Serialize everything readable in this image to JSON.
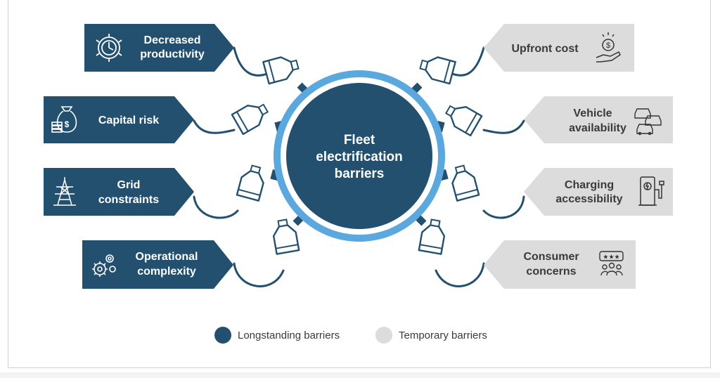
{
  "center": {
    "line1": "Fleet",
    "line2": "electrification",
    "line3": "barriers"
  },
  "left_items": [
    {
      "line1": "Decreased",
      "line2": "productivity",
      "icon": "clock-gear-icon"
    },
    {
      "line1": "Capital risk",
      "line2": "",
      "icon": "money-bag-icon"
    },
    {
      "line1": "Grid",
      "line2": "constraints",
      "icon": "power-tower-icon"
    },
    {
      "line1": "Operational",
      "line2": "complexity",
      "icon": "gears-icon"
    }
  ],
  "right_items": [
    {
      "line1": "Upfront cost",
      "line2": "",
      "icon": "hand-coin-icon"
    },
    {
      "line1": "Vehicle",
      "line2": "availability",
      "icon": "cars-icon"
    },
    {
      "line1": "Charging",
      "line2": "accessibility",
      "icon": "charging-station-icon"
    },
    {
      "line1": "Consumer",
      "line2": "concerns",
      "icon": "people-stars-icon"
    }
  ],
  "legend": {
    "longstanding": "Longstanding barriers",
    "temporary": "Temporary barriers"
  },
  "colors": {
    "dark": "#24506f",
    "light": "#dcdcdc",
    "ring": "#5aa8de",
    "text_dark": "#3a3a3a"
  }
}
